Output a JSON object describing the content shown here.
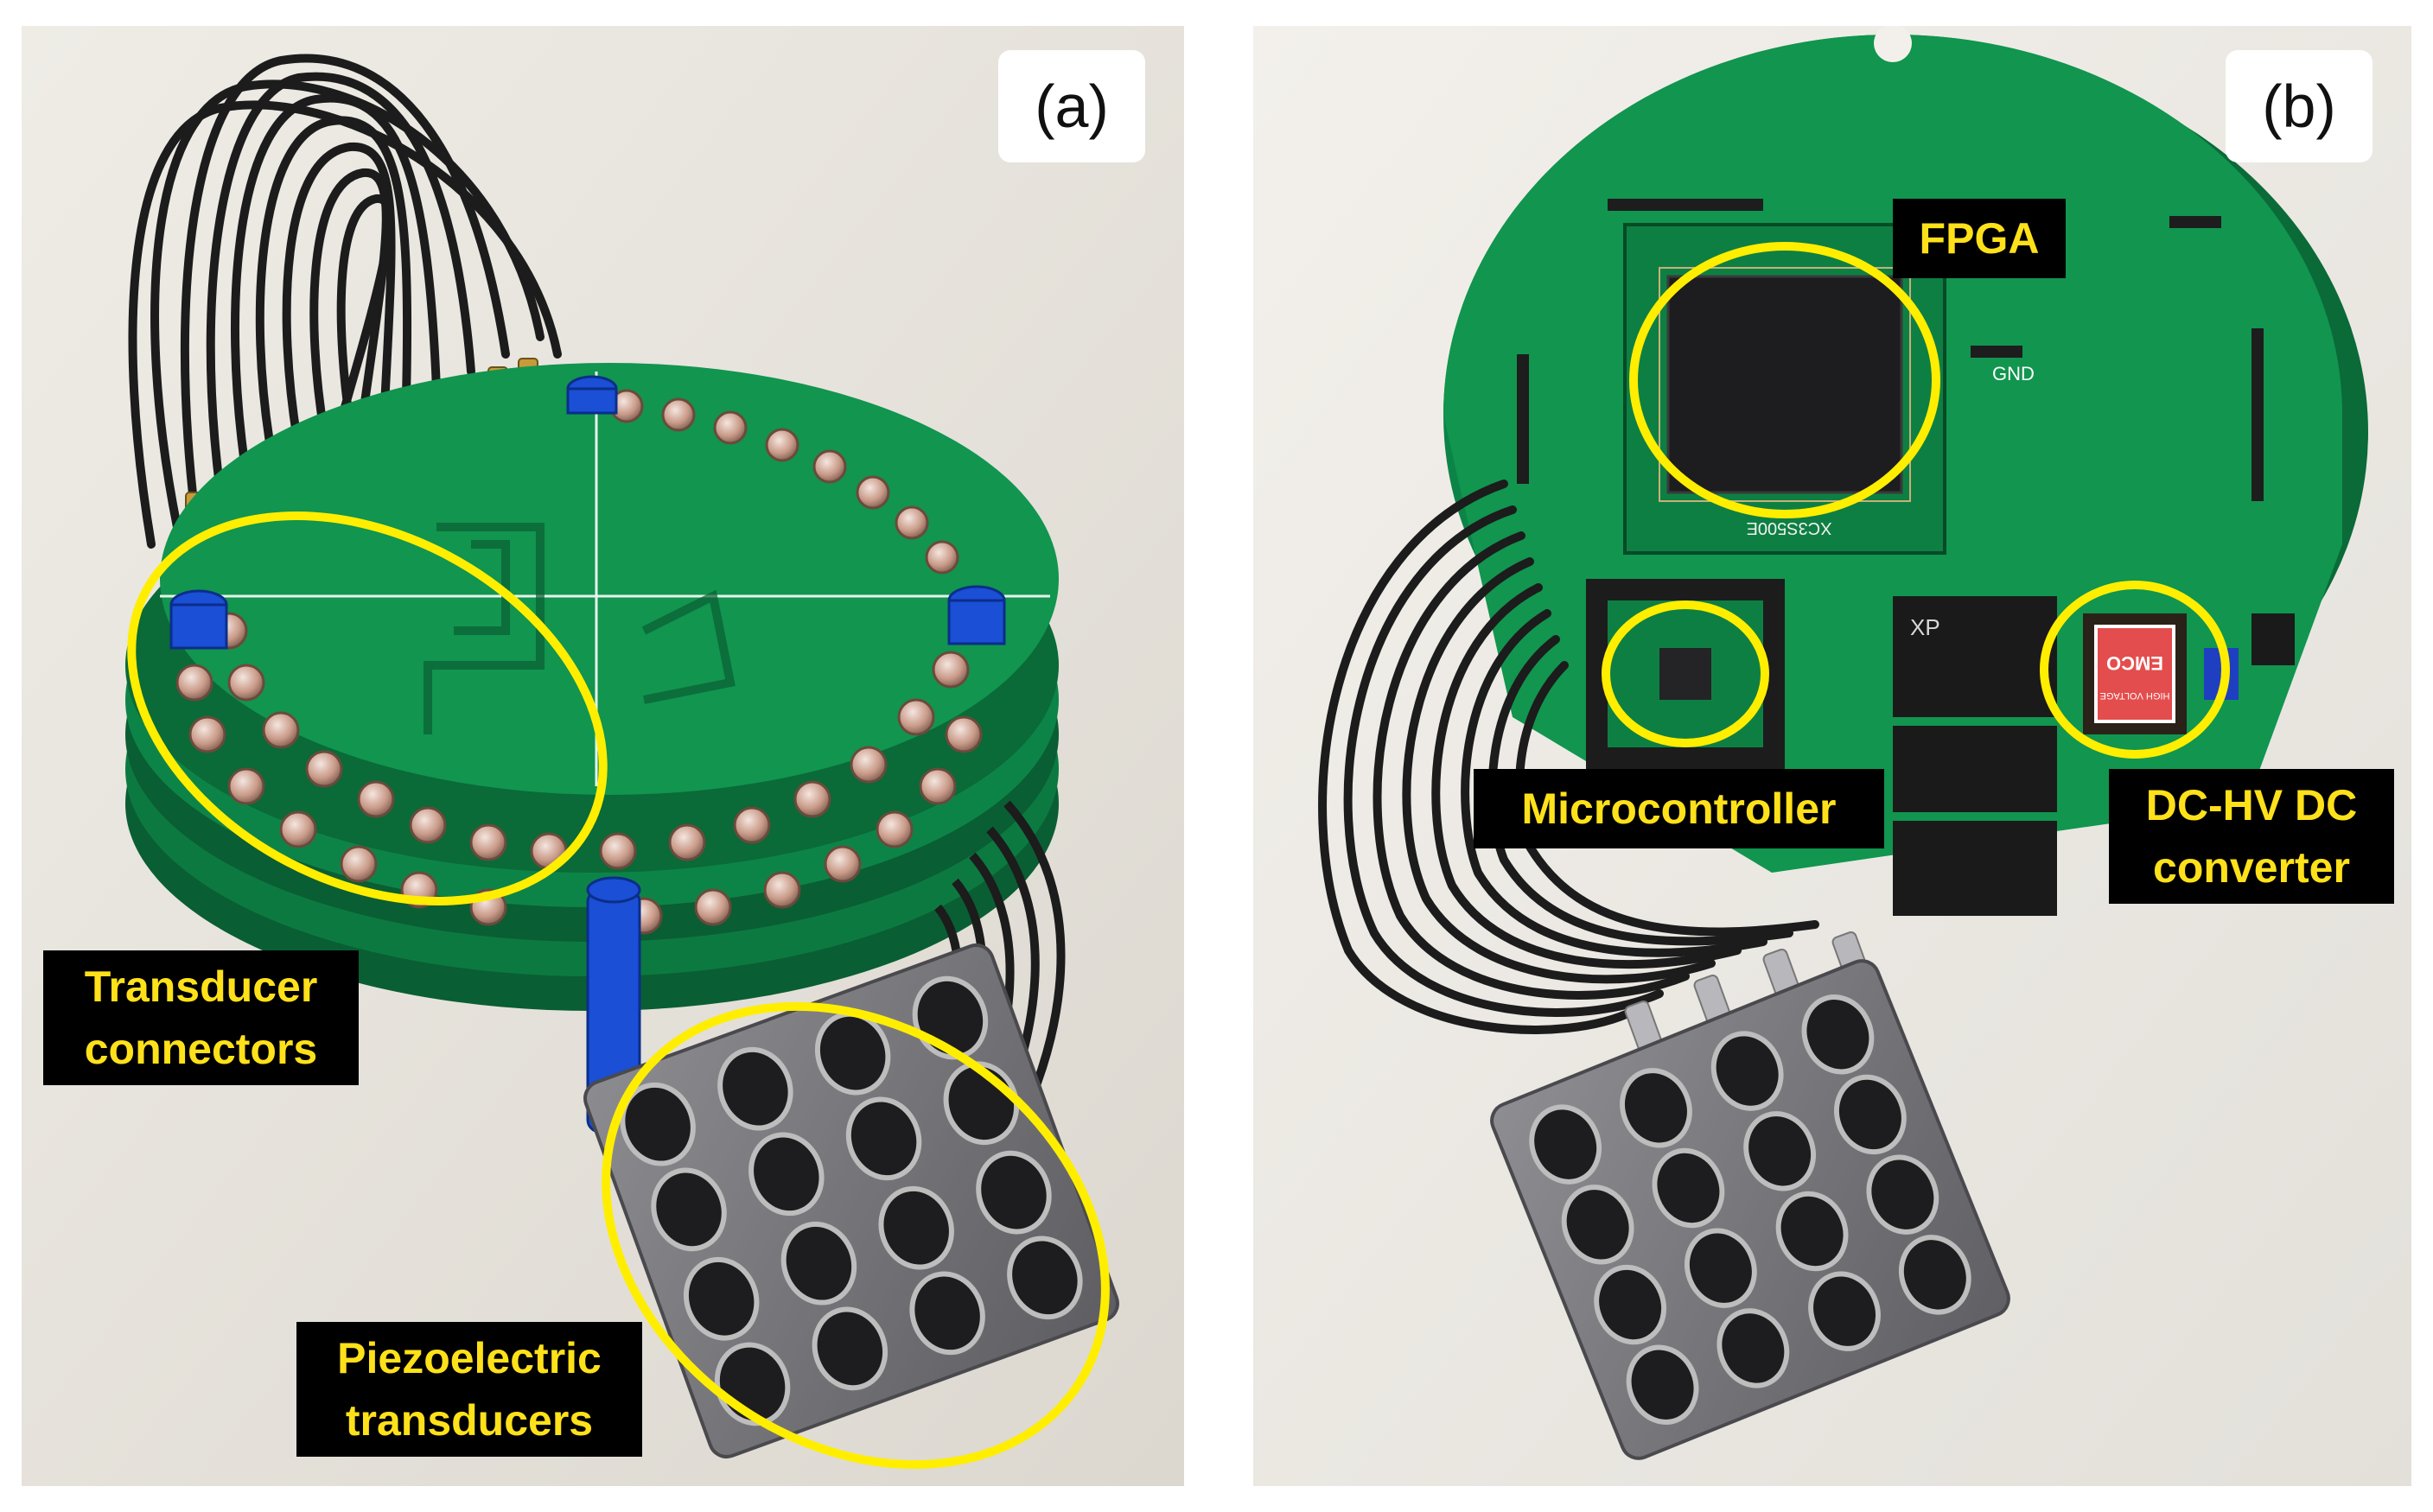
{
  "figure": {
    "panel_a": {
      "label": "(a)",
      "callouts": {
        "transducer_connectors": [
          "Transducer",
          "connectors"
        ],
        "piezoelectric_transducers": [
          "Piezoelectric",
          "transducers"
        ]
      }
    },
    "panel_b": {
      "label": "(b)",
      "callouts": {
        "fpga": "FPGA",
        "microcontroller": "Microcontroller",
        "dc_hv_converter": [
          "DC-HV DC",
          "converter"
        ]
      },
      "board_silkscreen": {
        "gnd": "GND",
        "fpga_chip": "XC3S500E",
        "dc_dc_module": "EMCO",
        "dc_dc_module_sub": "HIGH VOLTAGE",
        "power_module": "XP"
      }
    }
  },
  "colors": {
    "highlight_ellipse": "#ffee00",
    "callout_background": "#000000",
    "callout_text": "#ffe11a",
    "pcb_green": "#0e8a4a",
    "pcb_dark": "#0a6a38",
    "standoff_blue": "#1a4fd6",
    "array_grey": "#7a7a7e",
    "background_a": "#e8e4dd",
    "background_b": "#efece7"
  }
}
